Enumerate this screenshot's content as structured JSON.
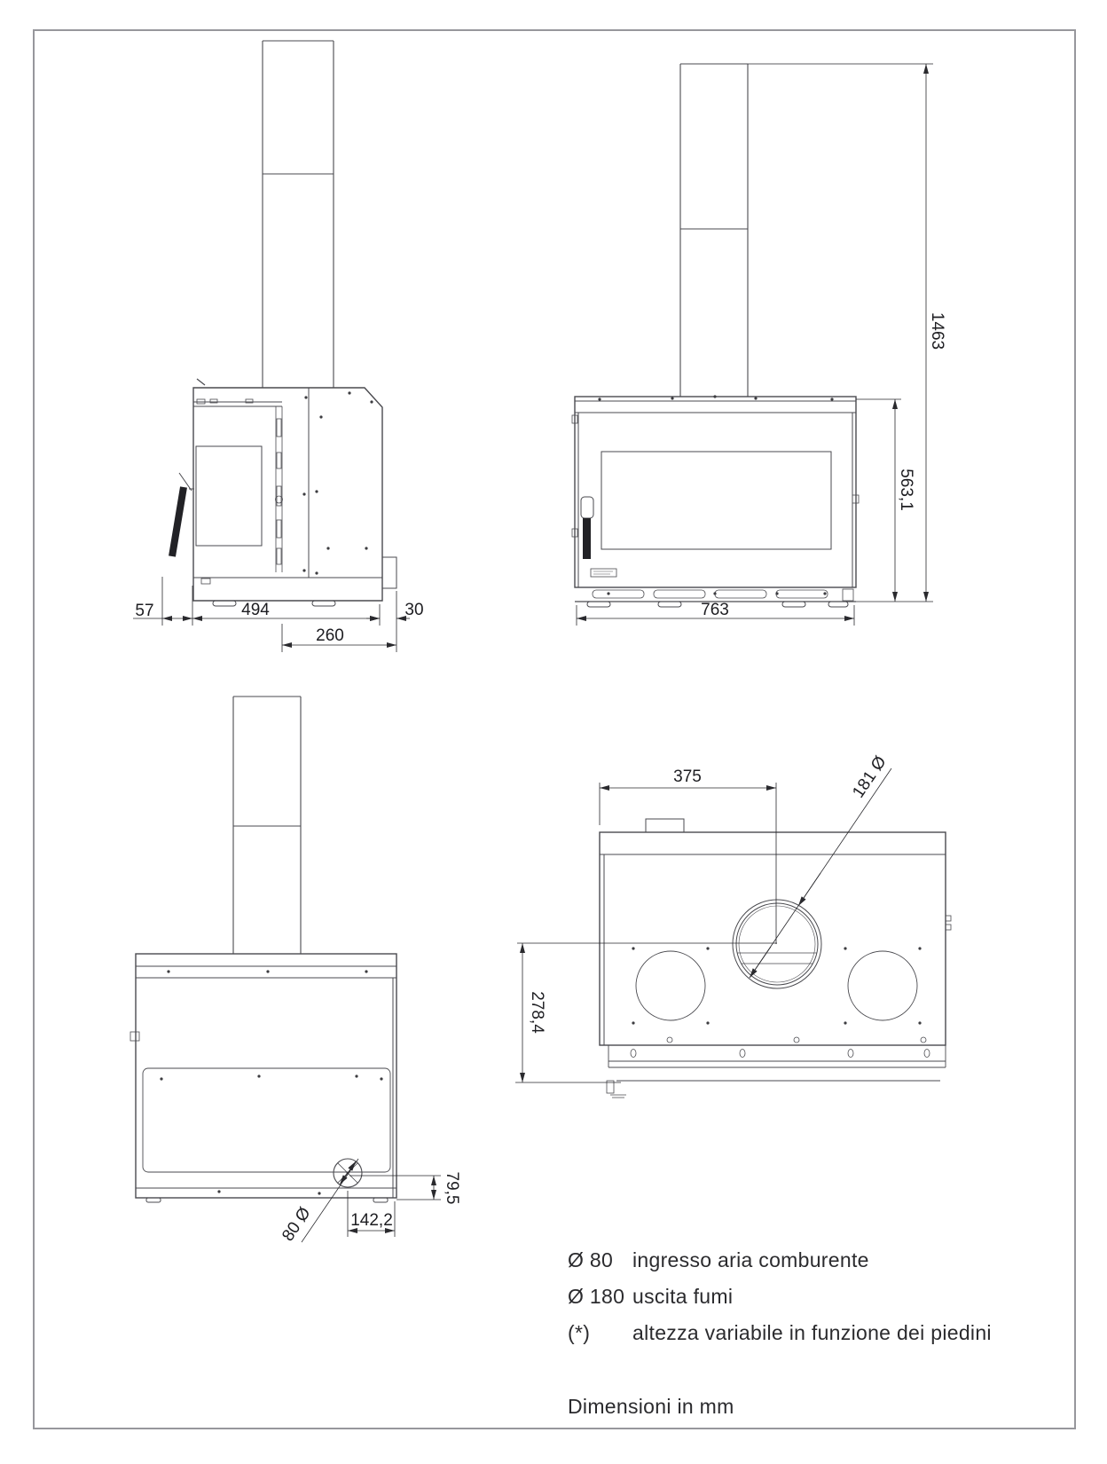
{
  "page": {
    "background": "#ffffff",
    "frame_color": "#97979c",
    "line_color": "#4a4a4f",
    "text_color": "#1d1d21"
  },
  "views": {
    "side_view": {
      "dim_handle_depth": "57",
      "dim_body_depth": "494",
      "dim_rear_clearance": "30",
      "dim_flue_to_rear": "260"
    },
    "front_view": {
      "dim_total_height": "1463",
      "dim_body_height": "563,1",
      "dim_body_width": "763"
    },
    "top_view": {
      "dim_flue_offset_x": "375",
      "dim_flue_collar_diameter": "181 Ø",
      "dim_flue_offset_y": "278,4"
    },
    "rear_view": {
      "dim_air_inlet_height": "79,5",
      "dim_air_inlet_offset": "142,2",
      "dim_air_inlet_diameter": "80 Ø"
    }
  },
  "legend": {
    "rows": [
      {
        "symbol": "Ø 80",
        "description": "ingresso aria comburente"
      },
      {
        "symbol": "Ø 180",
        "description": "uscita fumi"
      },
      {
        "symbol": "(*)",
        "description": "altezza variabile in funzione dei piedini"
      }
    ],
    "units_note": "Dimensioni in mm"
  }
}
